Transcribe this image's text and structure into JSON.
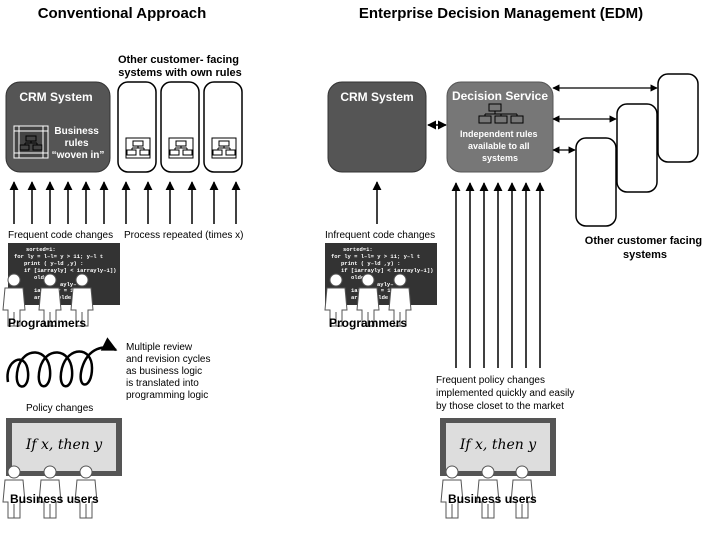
{
  "left": {
    "title": "Conventional Approach",
    "crm_label": "CRM System",
    "crm_note": [
      "Business",
      "rules",
      "“woven in”"
    ],
    "other_systems_label": [
      "Other customer- facing",
      "systems with own rules"
    ],
    "frequent_code_changes": "Frequent code changes",
    "process_repeated": "Process repeated (times x)",
    "code_lines": [
      "sorted=1:",
      "for ly = l–l= y > 11; y–l t",
      "print ( y–ld ,y) :",
      "if [1arrayly] < 1arrayly–1]) t",
      "older",
      "ayly–",
      "1arrayly = 1",
      "array",
      "olde"
    ],
    "programmers_label": "Programmers",
    "review_note": [
      "Multiple review",
      "and revision cycles",
      "as business logic",
      "is translated into",
      "programming logic"
    ],
    "policy_changes": "Policy changes",
    "board_text": "If x, then y",
    "business_users_label": "Business users"
  },
  "right": {
    "title": "Enterprise Decision Management (EDM)",
    "crm_label": "CRM System",
    "decision_service_label": "Decision Service",
    "decision_note": [
      "Independent rules",
      "available to all",
      "systems"
    ],
    "other_systems_label": [
      "Other customer facing",
      "systems"
    ],
    "infrequent_code_changes": "Infrequent code changes",
    "code_lines": [
      "sorted=1:",
      "for ly = l–l= y > 11; y–l t",
      "print ( y–ld ,y) :",
      "if [1arrayly] < 1arrayly–1]) t",
      "older",
      "ayly–",
      "1arrayly = 1",
      "array",
      "olde"
    ],
    "programmers_label": "Programmers",
    "policy_note": [
      "Frequent policy changes",
      "implemented quickly and easily",
      "by those closet to the market"
    ],
    "board_text": "If x, then y",
    "business_users_label": "Business users"
  }
}
